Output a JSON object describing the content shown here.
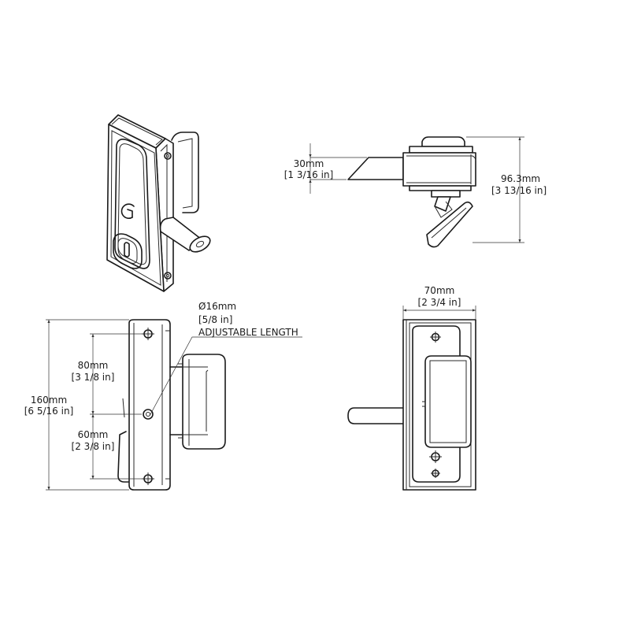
{
  "dimensions": {
    "protrusion": {
      "metric": "30mm",
      "imperial": "[1 3/16 in]"
    },
    "depth": {
      "metric": "96.3mm",
      "imperial": "[3 13/16 in]"
    },
    "width": {
      "metric": "70mm",
      "imperial": "[2 3/4 in]"
    },
    "total_height": {
      "metric": "160mm",
      "imperial": "[6 5/16 in]"
    },
    "upper_spacing": {
      "metric": "80mm",
      "imperial": "[3 1/8 in]"
    },
    "lower_spacing": {
      "metric": "60mm",
      "imperial": "[2 3/8 in]"
    },
    "spindle": {
      "metric": "Ø16mm",
      "imperial": "[5/8 in]",
      "note": "ADJUSTABLE LENGTH"
    }
  },
  "logo": {
    "glyph": "G"
  }
}
